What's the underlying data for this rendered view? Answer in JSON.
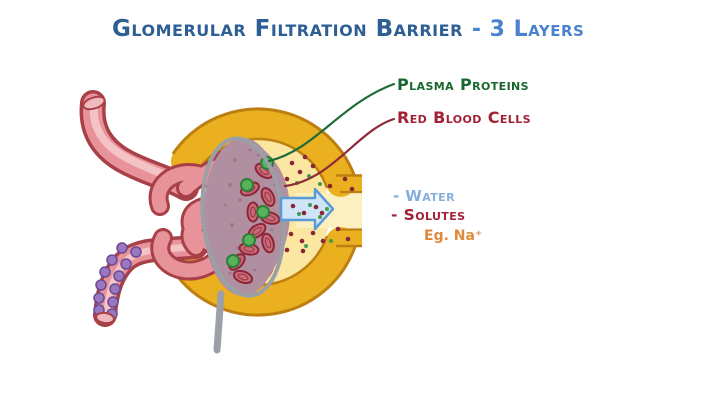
{
  "title": {
    "main": "Glomerular Filtration Barrier",
    "suffix": "- 3 Layers"
  },
  "labels": {
    "plasma_proteins": "Plasma Proteins",
    "red_blood_cells": "Red Blood Cells",
    "water": "- Water",
    "solutes": "- Solutes",
    "example": "Eg. Na⁺"
  },
  "colors": {
    "title_main": "#2d5e94",
    "title_accent": "#4a82cf",
    "plasma_proteins_label": "#17672f",
    "red_blood_cells_label": "#a32135",
    "water_label": "#85aede",
    "solutes_label": "#a32135",
    "example_label": "#e0893c",
    "capsule_gold": "#eab020",
    "capsule_gold_dark": "#bd7f12",
    "capsule_space_yellow": "#fbe7a2",
    "vessel_pink": "#e8929a",
    "vessel_outline": "#a84048",
    "smooth_muscle_purple": "#9a77c0",
    "sieve_gray": "#9aa0a6",
    "sieve_interior_mauve": "#b08fa0",
    "rbc_red": "#c76b78",
    "rbc_outline": "#8e2437",
    "protein_green": "#58b25c",
    "arrow_fill": "#cfe4f6",
    "arrow_stroke": "#5b9bd5",
    "solute_dot_maroon": "#8a2636",
    "solute_dot_green": "#3f9e4d"
  }
}
